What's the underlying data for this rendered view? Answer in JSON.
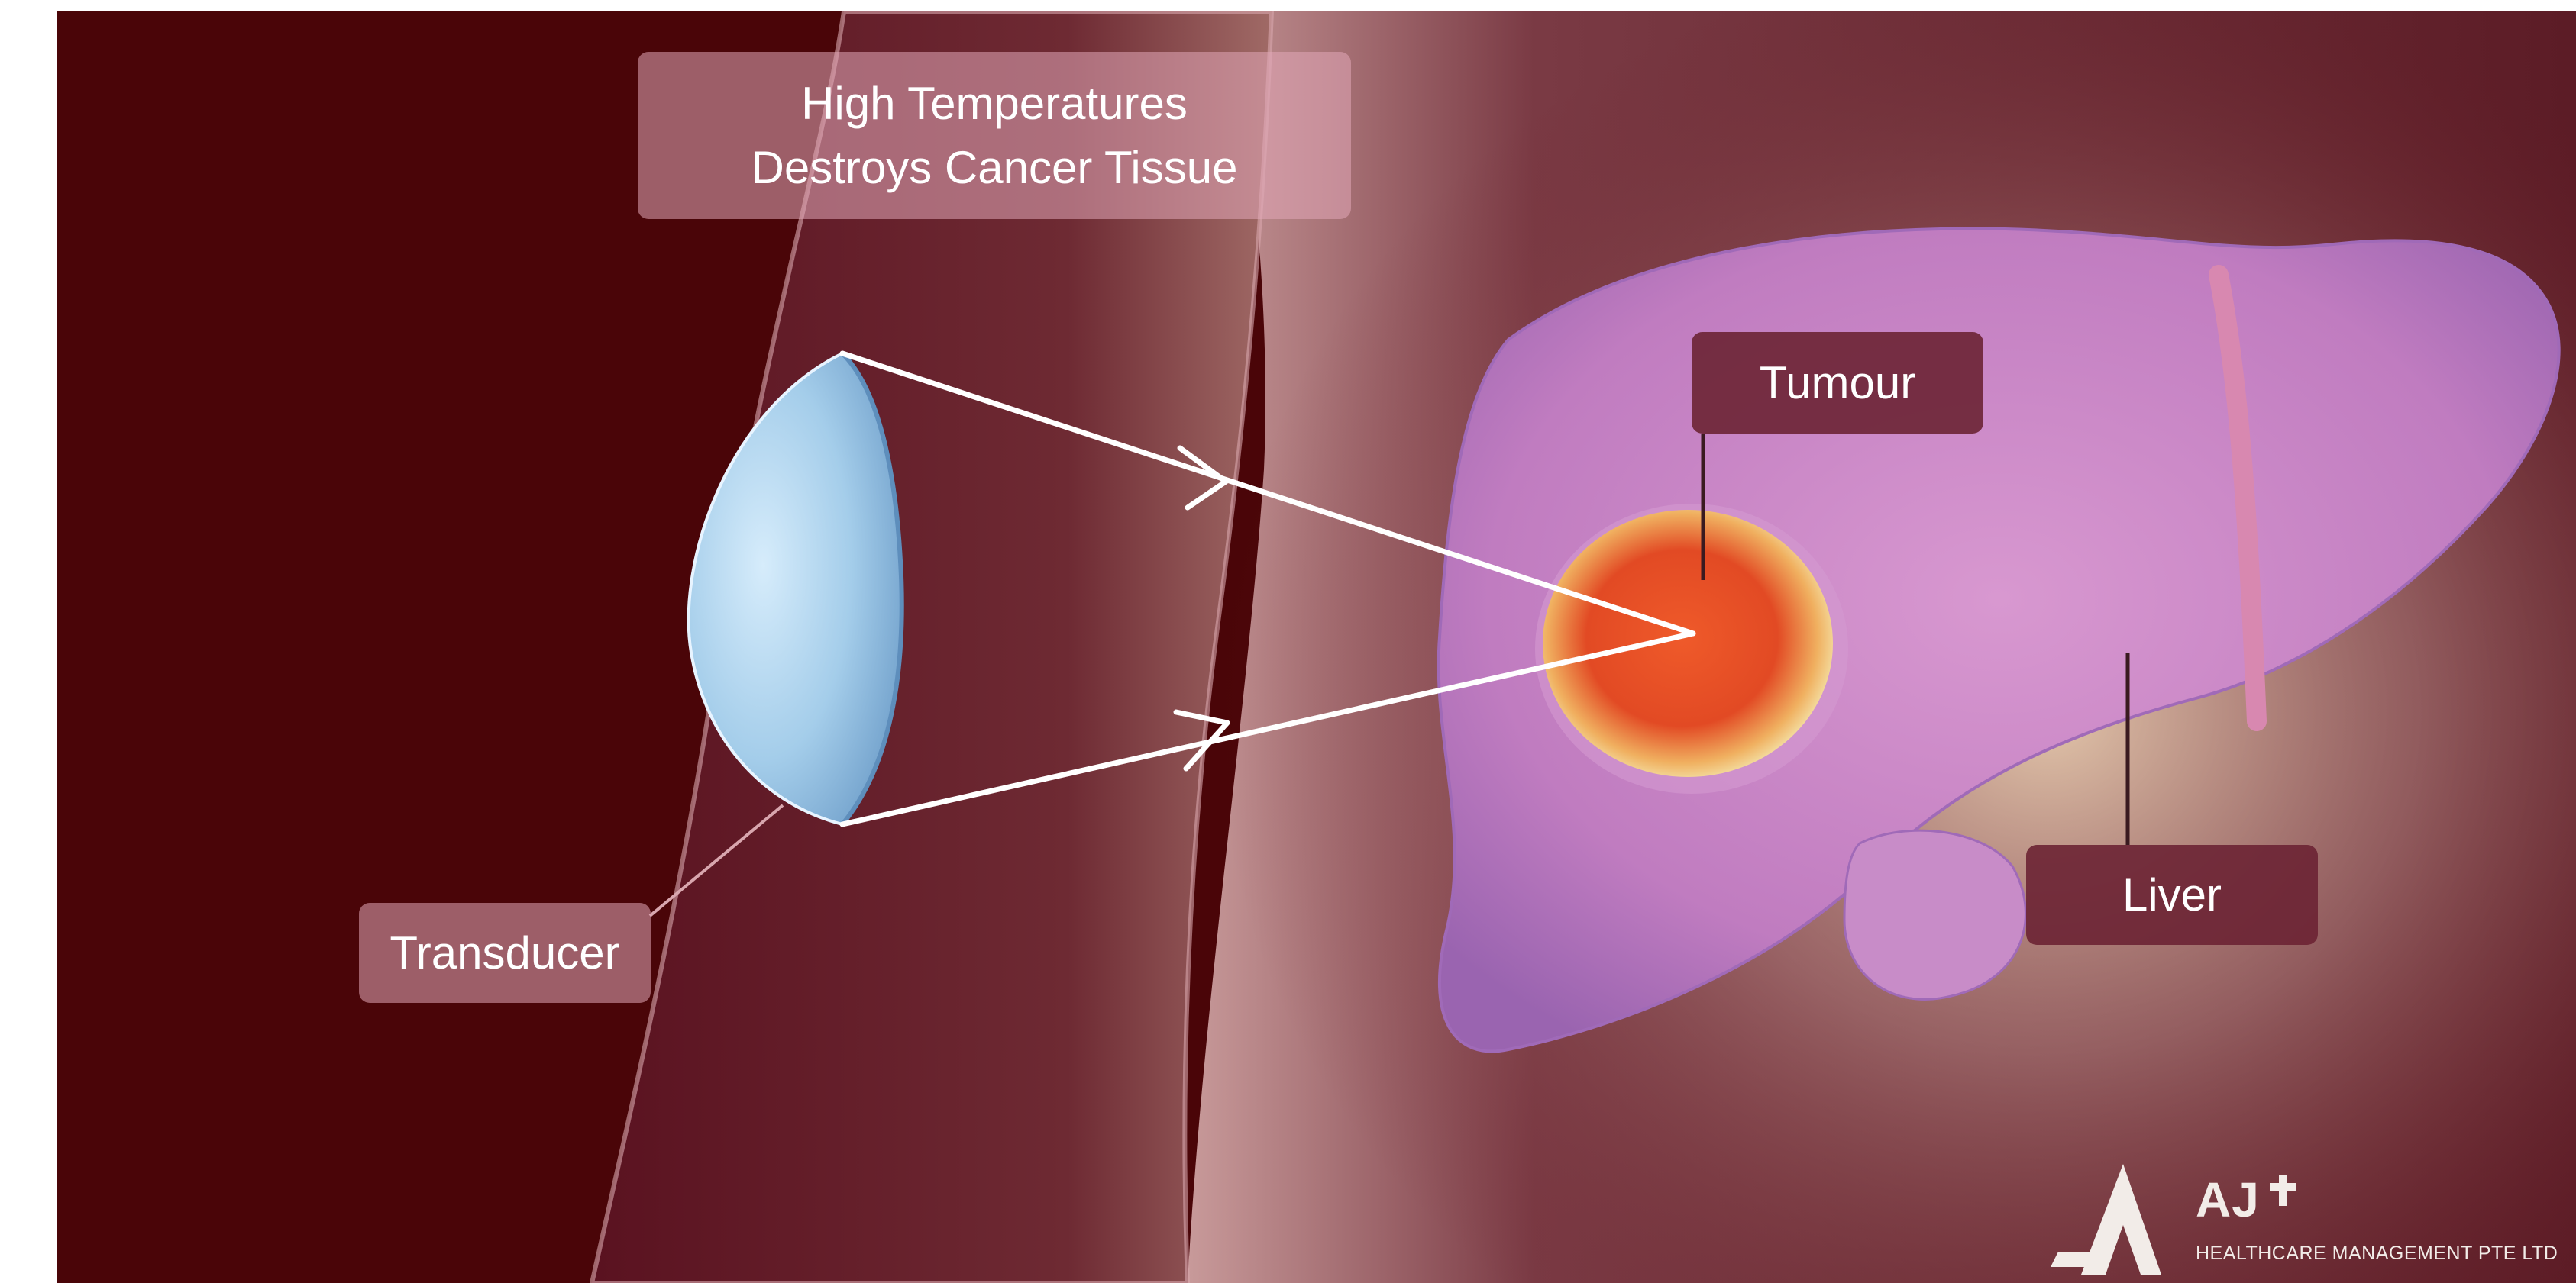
{
  "labels": {
    "title_line1": "High Temperatures",
    "title_line2": "Destroys Cancer Tissue",
    "tumour": "Tumour",
    "liver": "Liver",
    "transducer": "Transducer"
  },
  "logo": {
    "brand": "AJ",
    "company": "HEALTHCARE MANAGEMENT PTE LTD"
  },
  "colors": {
    "background": "#4a0508",
    "label_light": "#e2a8b8",
    "label_dark": "#6c2434",
    "liver": "#c184c4",
    "tumour": "#e0562a",
    "transducer": "#a8d0ec",
    "beam": "#ffffff"
  }
}
